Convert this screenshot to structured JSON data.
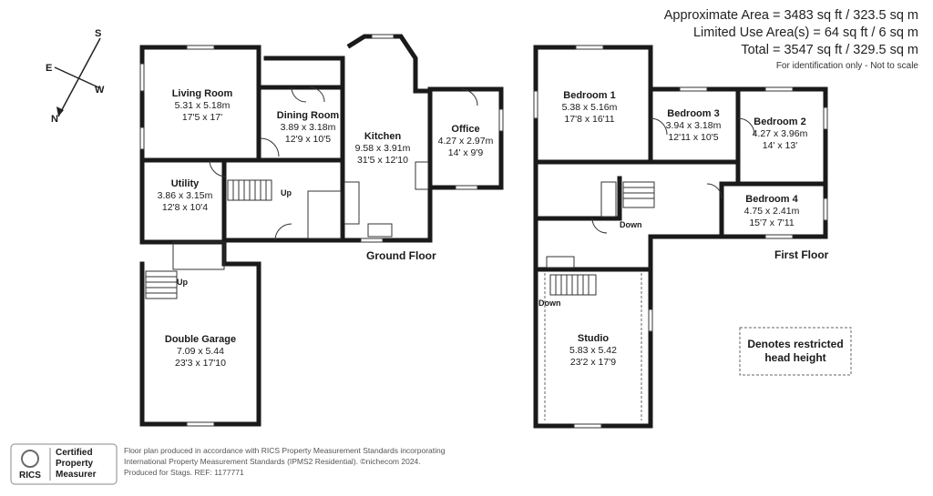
{
  "area_summary": {
    "approximate": "Approximate Area = 3483 sq ft / 323.5 sq m",
    "limited_use": "Limited Use Area(s) = 64 sq ft / 6 sq m",
    "total": "Total = 3547 sq ft / 329.5 sq m",
    "note": "For identification only - Not to scale"
  },
  "compass": {
    "n": "N",
    "s": "S",
    "e": "E",
    "w": "W"
  },
  "ground_floor": {
    "label": "Ground Floor",
    "rooms": {
      "living": {
        "name": "Living Room",
        "metric": "5.31 x 5.18m",
        "imperial": "17'5 x 17'"
      },
      "dining": {
        "name": "Dining Room",
        "metric": "3.89 x 3.18m",
        "imperial": "12'9 x 10'5"
      },
      "kitchen": {
        "name": "Kitchen",
        "metric": "9.58 x 3.91m",
        "imperial": "31'5 x 12'10"
      },
      "office": {
        "name": "Office",
        "metric": "4.27 x 2.97m",
        "imperial": "14' x 9'9"
      },
      "utility": {
        "name": "Utility",
        "metric": "3.86 x 3.15m",
        "imperial": "12'8 x 10'4"
      },
      "garage": {
        "name": "Double Garage",
        "metric": "7.09 x 5.44",
        "imperial": "23'3 x 17'10"
      }
    },
    "stairs_up_1": "Up",
    "stairs_up_2": "Up"
  },
  "first_floor": {
    "label": "First Floor",
    "rooms": {
      "bed1": {
        "name": "Bedroom 1",
        "metric": "5.38 x 5.16m",
        "imperial": "17'8 x 16'11"
      },
      "bed3": {
        "name": "Bedroom 3",
        "metric": "3.94 x 3.18m",
        "imperial": "12'11 x 10'5"
      },
      "bed2": {
        "name": "Bedroom 2",
        "metric": "4.27 x 3.96m",
        "imperial": "14' x 13'"
      },
      "bed4": {
        "name": "Bedroom 4",
        "metric": "4.75 x 2.41m",
        "imperial": "15'7 x 7'11"
      },
      "studio": {
        "name": "Studio",
        "metric": "5.83 x 5.42",
        "imperial": "23'2 x 17'9"
      }
    },
    "stairs_down_1": "Down",
    "stairs_down_2": "Down"
  },
  "legend": {
    "line1": "Denotes restricted",
    "line2": "head height"
  },
  "footer": {
    "line1": "Floor plan produced in accordance with RICS Property Measurement Standards incorporating",
    "line2": "International Property Measurement Standards (IPMS2 Residential).  ©nichecom 2024.",
    "line3": "Produced for Stags.  REF:  1177771"
  },
  "badge": {
    "line1": "Certified",
    "line2": "Property",
    "line3": "Measurer",
    "logo_text": "RICS"
  }
}
